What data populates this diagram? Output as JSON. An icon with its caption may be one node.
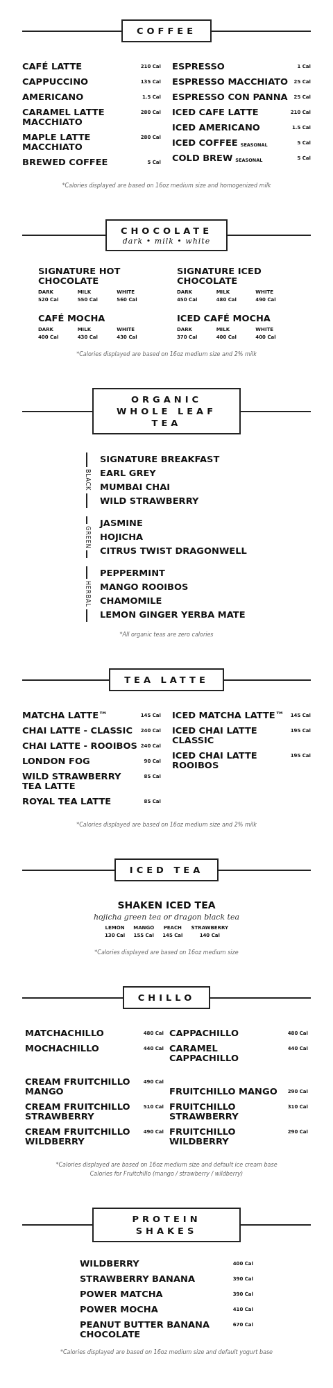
{
  "diagram": {
    "nodes": [
      {
        "text": [
          "COFFEE"
        ]
      },
      {
        "text": [
          "CHOCOLATE",
          "dark • milk • white"
        ]
      },
      {
        "text": [
          "ORGANIC WHOLE LEAF TEA"
        ]
      },
      {
        "text": [
          "TEA LATTE"
        ]
      },
      {
        "text": [
          "ICED TEA"
        ]
      },
      {
        "text": [
          "CHILLO"
        ]
      },
      {
        "text": [
          "PROTEIN SHAKES"
        ]
      }
    ],
    "labels": [
      "CAFÉ LATTE",
      "210 Cal",
      "CAPPUCCINO",
      "135 Cal",
      "AMERICANO",
      "1.5 Cal",
      "CARAMEL LATTE MACCHIATO",
      "280 Cal",
      "MAPLE LATTE MACCHIATO",
      "280 Cal",
      "BREWED COFFEE",
      "5 Cal",
      "ESPRESSO",
      "1 Cal",
      "ESPRESSO MACCHIATO",
      "25 Cal",
      "ESPRESSO CON PANNA",
      "25 Cal",
      "ICED CAFE LATTE",
      "210 Cal",
      "ICED AMERICANO",
      "1.5 Cal",
      "ICED COFFEE",
      "SEASONAL",
      "5 Cal",
      "COLD BREW",
      "SEASONAL",
      "5 Cal",
      "*Calories displayed are based on 16oz medium size and homogenized milk",
      "SIGNATURE HOT CHOCOLATE",
      "DARK",
      "MILK",
      "WHITE",
      "520 Cal",
      "550 Cal",
      "560 Cal",
      "SIGNATURE ICED CHOCOLATE",
      "DARK",
      "MILK",
      "WHITE",
      "450 Cal",
      "480 Cal",
      "490 Cal",
      "CAFÉ MOCHA",
      "DARK",
      "MILK",
      "WHITE",
      "400 Cal",
      "430 Cal",
      "430 Cal",
      "ICED CAFÉ MOCHA",
      "DARK",
      "MILK",
      "WHITE",
      "370 Cal",
      "400 Cal",
      "400 Cal",
      "*Calories displayed are based on 16oz medium size and 2% milk",
      "BLACK",
      "SIGNATURE BREAKFAST",
      "EARL GREY",
      "MUMBAI CHAI",
      "WILD STRAWBERRY",
      "GREEN",
      "JASMINE",
      "HOJICHA",
      "CITRUS TWIST DRAGONWELL",
      "HERBAL",
      "PEPPERMINT",
      "MANGO ROOIBOS",
      "CHAMOMILE",
      "LEMON GINGER YERBA MATE",
      "*All organic teas are zero calories",
      "MATCHA LATTE™",
      "145 Cal",
      "CHAI LATTE - CLASSIC",
      "240 Cal",
      "CHAI LATTE - ROOIBOS",
      "240 Cal",
      "LONDON FOG",
      "90 Cal",
      "WILD STRAWBERRY TEA LATTE",
      "85 Cal",
      "ROYAL TEA LATTE",
      "85 Cal",
      "ICED MATCHA LATTE™",
      "145 Cal",
      "ICED CHAI LATTE CLASSIC",
      "195 Cal",
      "ICED CHAI LATTE ROOIBOS",
      "195 Cal",
      "*Calories displayed are based on 16oz medium size and 2% milk",
      "SHAKEN ICED TEA",
      "hojicha green tea or dragon black tea",
      "LEMON",
      "MANGO",
      "PEACH",
      "STRAWBERRY",
      "130 Cal",
      "155 Cal",
      "145 Cal",
      "140 Cal",
      "*Calories displayed are based on 16oz medium size",
      "MATCHACHILLO",
      "480 Cal",
      "MOCHACHILLO",
      "440 Cal",
      "CREAM FRUITCHILLO MANGO",
      "490 Cal",
      "CREAM FRUITCHILLO STRAWBERRY",
      "510 Cal",
      "CREAM FRUITCHILLO WILDBERRY",
      "490 Cal",
      "CAPPACHILLO",
      "480 Cal",
      "CARAMEL CAPPACHILLO",
      "440 Cal",
      "FRUITCHILLO MANGO",
      "290 Cal",
      "FRUITCHILLO STRAWBERRY",
      "310 Cal",
      "FRUITCHILLO WILDBERRY",
      "290 Cal",
      "*Calories displayed are based on 16oz medium size and default ice cream base",
      "Calories for Fruitchillo (mango / strawberry / wildberry)",
      "WILDBERRY",
      "400 Cal",
      "STRAWBERRY BANANA",
      "390 Cal",
      "POWER MATCHA",
      "390 Cal",
      "POWER MOCHA",
      "410 Cal",
      "PEANUT BUTTER BANANA CHOCOLATE",
      "670 Cal",
      "*Calories displayed are based on 16oz medium size and default yogurt base"
    ]
  }
}
